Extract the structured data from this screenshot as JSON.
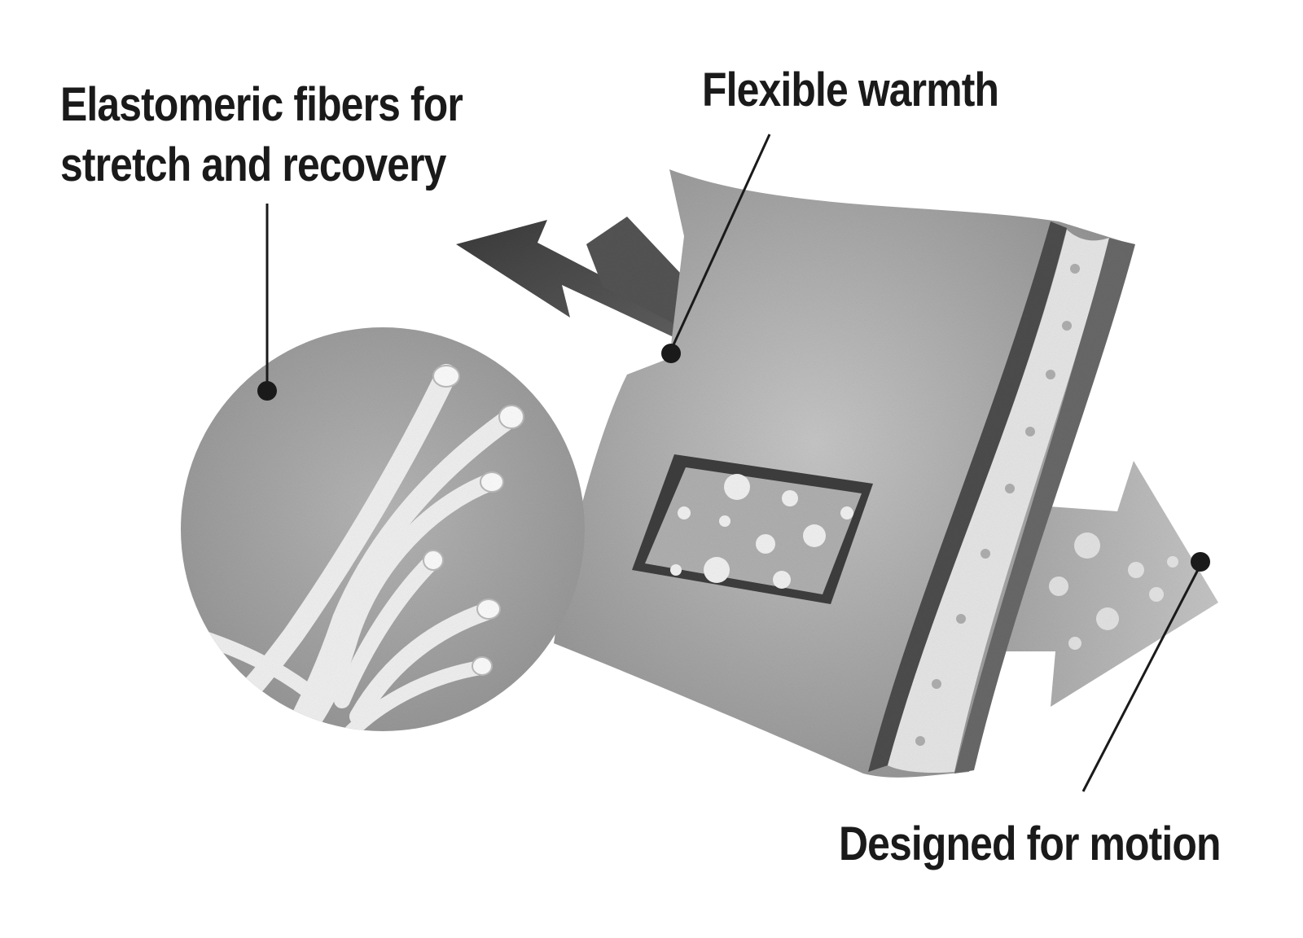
{
  "labels": {
    "elastomeric_line1": "Elastomeric fibers for",
    "elastomeric_line2": "stretch and recovery",
    "flexible_warmth": "Flexible warmth",
    "designed_for_motion": "Designed for motion"
  },
  "colors": {
    "background": "#ffffff",
    "fabric": "#a9a9a9",
    "fabric_dark": "#5e5e5e",
    "arrow_dark": "#4a4a4a",
    "arrow_light": "#bdbdbd",
    "callout_line": "#1a1a1a",
    "fibers": "#f2f2f2"
  },
  "icons": {
    "magnifier": "magnified-fibers-circle-icon",
    "fabric": "fabric-swatch-icon",
    "stretch_arrow": "stretch-arrow-icon",
    "motion_arrow": "motion-arrow-icon"
  }
}
